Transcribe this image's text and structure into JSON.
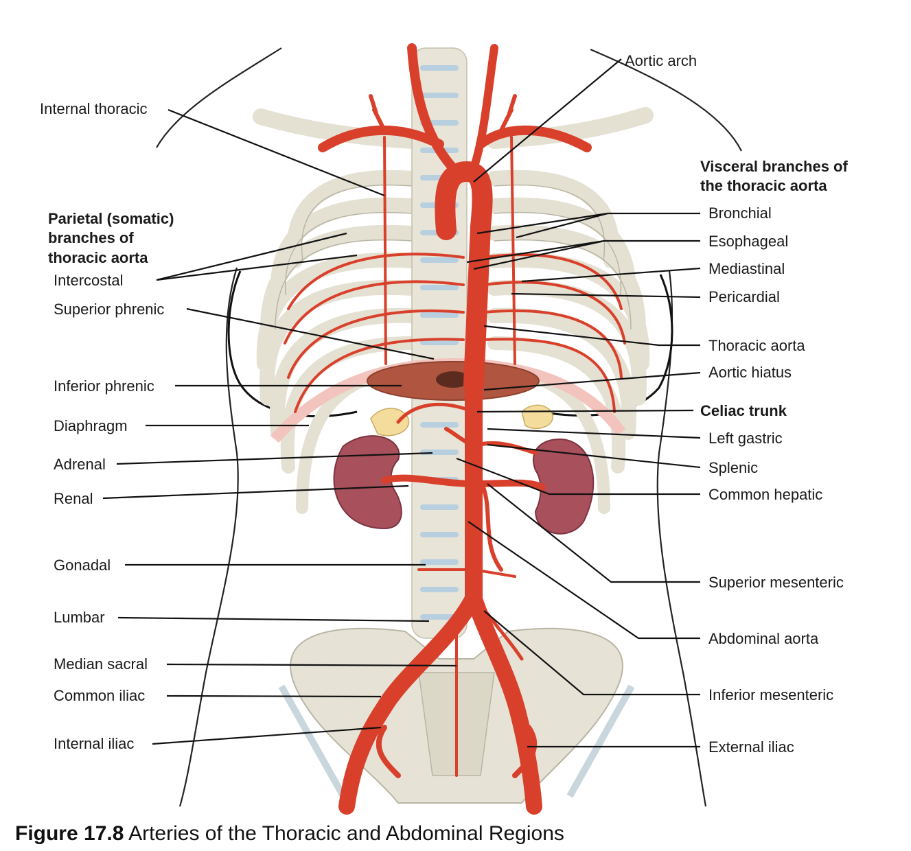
{
  "labels": {
    "aortic_arch": "Aortic arch",
    "internal_thoracic": "Internal thoracic",
    "visceral_title_1": "Visceral branches of",
    "visceral_title_2": "the thoracic aorta",
    "parietal_title_1": "Parietal (somatic)",
    "parietal_title_2": "branches of",
    "parietal_title_3": "thoracic aorta",
    "bronchial": "Bronchial",
    "esophageal": "Esophageal",
    "mediastinal": "Mediastinal",
    "pericardial": "Pericardial",
    "intercostal": "Intercostal",
    "superior_phrenic": "Superior phrenic",
    "thoracic_aorta": "Thoracic aorta",
    "aortic_hiatus": "Aortic hiatus",
    "inferior_phrenic": "Inferior phrenic",
    "celiac_trunk": "Celiac trunk",
    "diaphragm": "Diaphragm",
    "left_gastric": "Left gastric",
    "adrenal": "Adrenal",
    "splenic": "Splenic",
    "renal": "Renal",
    "common_hepatic": "Common hepatic",
    "gonadal": "Gonadal",
    "superior_mesenteric": "Superior mesenteric",
    "lumbar": "Lumbar",
    "abdominal_aorta": "Abdominal aorta",
    "median_sacral": "Median sacral",
    "common_iliac": "Common iliac",
    "inferior_mesenteric": "Inferior mesenteric",
    "internal_iliac": "Internal iliac",
    "external_iliac": "External iliac"
  },
  "caption": {
    "figure_number": "Figure 17.8",
    "text": "Arteries of the Thoracic and Abdominal Regions"
  },
  "colors": {
    "artery": "#d9402b",
    "artery_dark": "#b42e1e",
    "bone": "#e6e3d6",
    "bone_outline": "#b9b5a4",
    "disc": "#b8cfe0",
    "kidney": "#a8505c",
    "adrenal": "#f3dc9c",
    "diaphragm": "#f2c4bd",
    "body_outline": "#222222"
  }
}
